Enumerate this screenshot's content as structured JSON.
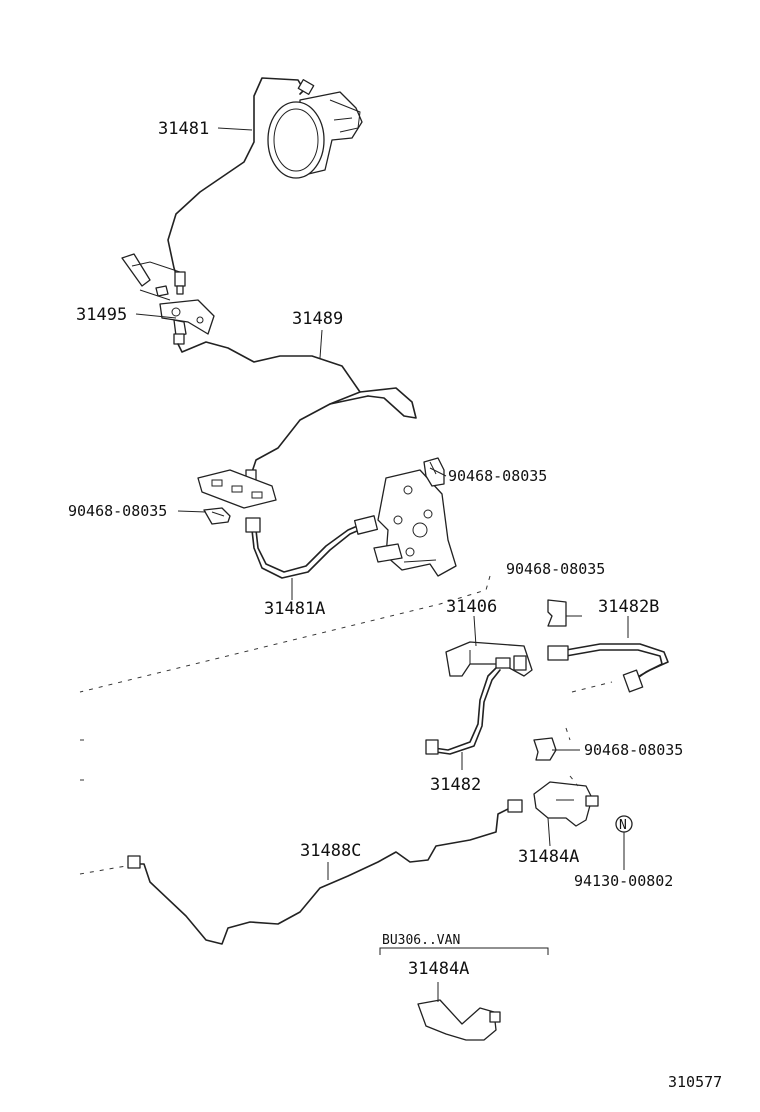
{
  "labels": {
    "p31481": "31481",
    "p31495": "31495",
    "p31489": "31489",
    "clip_a": "90468-08035",
    "clip_b": "90468-08035",
    "p31481A": "31481A",
    "clip_c": "90468-08035",
    "p31406": "31406",
    "p31482B": "31482B",
    "clip_d": "90468-08035",
    "p31482": "31482",
    "p31488C": "31488C",
    "p31484A": "31484A",
    "p94130": "94130-00802",
    "nut_symbol": "N",
    "variant_note": "BU306..VAN",
    "p31484A_variant": "31484A",
    "catalog_no": "310577"
  }
}
